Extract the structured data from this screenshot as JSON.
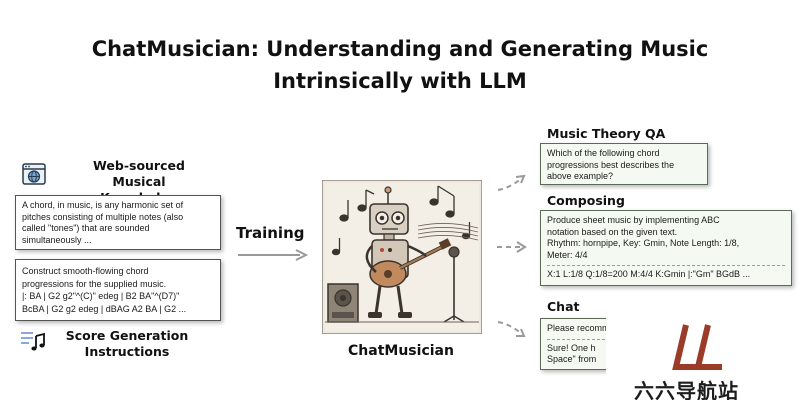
{
  "title": {
    "line1": "ChatMusician: Understanding and Generating Music",
    "line2": "Intrinsically with LLM"
  },
  "left": {
    "web_sourced": {
      "title_line1": "Web-sourced",
      "title_line2": "Musical Knowledge",
      "icon": "globe-browser-icon",
      "text_lines": [
        "A chord, in music, is any harmonic set of",
        "pitches consisting of multiple notes (also",
        "called \"tones\") that are sounded",
        "simultaneously ..."
      ]
    },
    "score_generation": {
      "title_line1": "Score Generation",
      "title_line2": "Instructions",
      "icon": "music-list-icon",
      "text_lines": [
        "Construct smooth-flowing chord",
        "progressions for the supplied music.",
        "|: BA | G2 g2\"^(C)\" edeg | B2 BA\"^(D7)\"",
        "BcBA | G2 g2 edeg | dBAG A2 BA | G2 ..."
      ]
    }
  },
  "training_label": "Training",
  "model": {
    "name": "ChatMusician",
    "image": "robot-musician-illustration"
  },
  "right": {
    "music_theory_qa": {
      "title": "Music Theory QA",
      "text_lines": [
        "Which of the following chord",
        "progressions best describes the",
        "above example?"
      ]
    },
    "composing": {
      "title": "Composing",
      "text_lines": [
        "Produce sheet music by implementing ABC",
        "notation based on the given text.",
        "Rhythm: hornpipe, Key: Gmin, Note Length: 1/8,",
        "Meter: 4/4"
      ],
      "output_line": "X:1 L:1/8 Q:1/8=200 M:4/4 K:Gmin |:\"Gm\" BGdB ..."
    },
    "chat": {
      "title": "Chat",
      "question": "Please recommend a song from Taylor Swift",
      "answer_line1": "Sure! One h",
      "answer_line2": "Space\" from"
    }
  },
  "watermark": {
    "text": "六六导航站",
    "logo": "ll-logo-icon",
    "accent": "#9a3c27"
  },
  "colors": {
    "arrow": "#9a9a9a",
    "green_box": "#f4faf1",
    "dash": "#8aa88a"
  }
}
